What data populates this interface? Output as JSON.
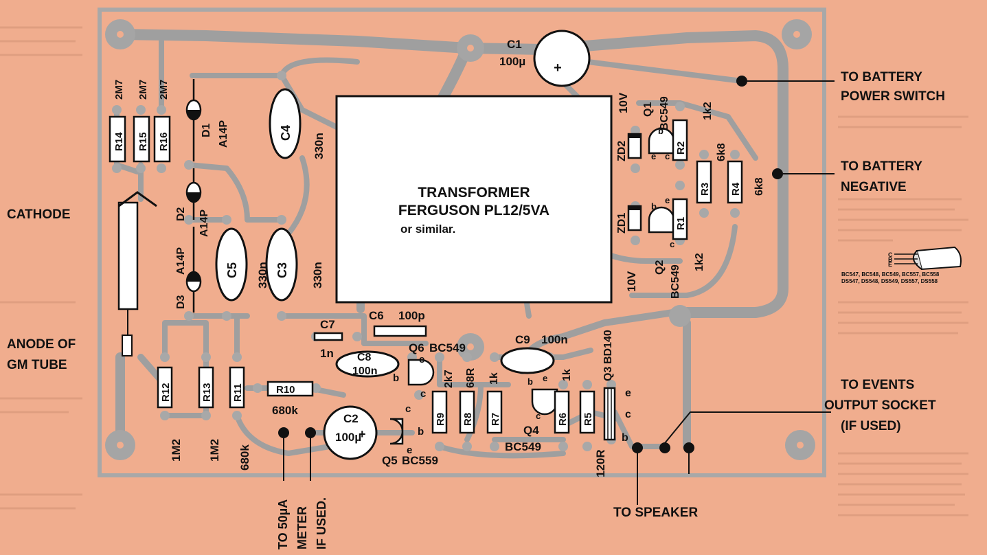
{
  "board": {
    "labels_left": {
      "cathode": "CATHODE",
      "anode_line1": "ANODE OF",
      "anode_line2": "GM TUBE"
    },
    "labels_right": {
      "battery_switch_line1": "TO BATTERY",
      "battery_switch_line2": "POWER SWITCH",
      "battery_negative_line1": "TO BATTERY",
      "battery_negative_line2": "NEGATIVE",
      "events_line1": "TO EVENTS",
      "events_line2": "OUTPUT SOCKET",
      "events_line3": "(IF USED)"
    },
    "labels_bottom": {
      "speaker": "TO SPEAKER",
      "meter_line1": "TO 50µA",
      "meter_line2": "METER",
      "meter_line3": "IF USED."
    },
    "transformer": {
      "line1": "TRANSFORMER",
      "line2": "FERGUSON PL12/5VA",
      "line3": "or similar.",
      "tap_top": "10V",
      "tap_bottom": "10V"
    },
    "components": {
      "r14": "R14",
      "r15": "R15",
      "r16": "R16",
      "r14_val": "2M7",
      "r15_val": "2M7",
      "r16_val": "2M7",
      "d1": "D1",
      "d1_type": "A14P",
      "d2": "D2",
      "d2_type": "A14P",
      "d3": "D3",
      "d3_type": "A14P",
      "c4": "C4",
      "c4_val": "330n",
      "c5": "C5",
      "c5_val": "330n",
      "c3": "C3",
      "c3_val": "330n",
      "c1": "C1",
      "c1_val": "100µ",
      "zd1": "ZD1",
      "zd2": "ZD2",
      "q1": "Q1",
      "q1_type": "BC549",
      "q2": "Q2",
      "q2_type": "BC549",
      "r1": "R1",
      "r1_val": "1k2",
      "r2": "R2",
      "r2_val": "1k2",
      "r3": "R3",
      "r3_val": "6k8",
      "r4": "R4",
      "r4_val": "6k8",
      "c6": "C6",
      "c6_val": "100p",
      "c7": "C7",
      "c7_val": "1n",
      "c8": "C8",
      "c8_val": "100n",
      "c9": "C9",
      "c9_val": "100n",
      "q6": "Q6",
      "q6_type": "BC549",
      "q5": "Q5",
      "q5_type": "BC559",
      "q4": "Q4",
      "q4_type": "BC549",
      "q3": "Q3",
      "q3_type": "BD140",
      "c2": "C2",
      "c2_val": "100µ",
      "r12": "R12",
      "r12_val": "1M2",
      "r13": "R13",
      "r13_val": "1M2",
      "r11": "R11",
      "r11_val": "680k",
      "r10": "R10",
      "r10_val": "680k",
      "r9": "R9",
      "r9_val": "2k7",
      "r8": "R8",
      "r8_val": "68R",
      "r7": "R7",
      "r7_val": "1k",
      "r6": "R6",
      "r6_val": "1k",
      "r5": "R5",
      "r5_val": "120R",
      "pin_e": "e",
      "pin_b": "b",
      "pin_c": "c",
      "plus": "+"
    },
    "pinout": {
      "pin_c": "C",
      "pin_b": "B",
      "pin_e": "E",
      "line1": "BC547, BC548, BC549, BC557, BC558",
      "line2": "DS547, DS548, DS549, DS557, DS558"
    },
    "colors": {
      "background": "#f0ad8e",
      "track": "#9f9f9f",
      "board_edge": "#a8a8a8",
      "ink": "#111111"
    }
  }
}
